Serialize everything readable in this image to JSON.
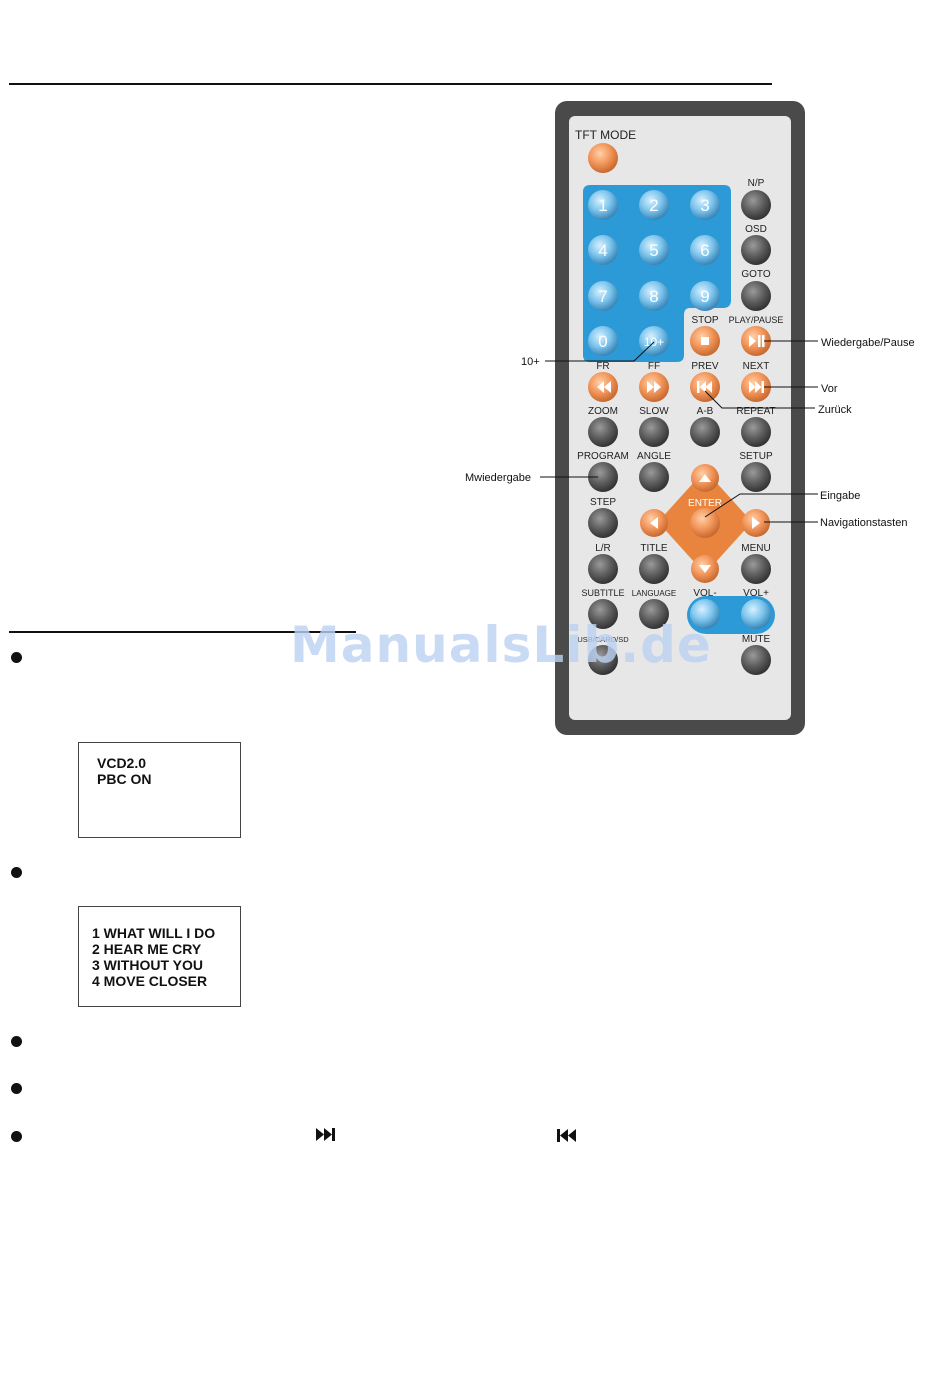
{
  "watermark": "ManualsLib.de",
  "remote": {
    "header_label": "TFT MODE",
    "labels": {
      "np": "N/P",
      "osd": "OSD",
      "goto": "GOTO",
      "stop": "STOP",
      "playpause": "PLAY/PAUSE",
      "fr": "FR",
      "ff": "FF",
      "prev": "PREV",
      "next": "NEXT",
      "zoom": "ZOOM",
      "slow": "SLOW",
      "ab": "A-B",
      "repeat": "REPEAT",
      "program": "PROGRAM",
      "angle": "ANGLE",
      "setup": "SETUP",
      "step": "STEP",
      "enter": "ENTER",
      "lr": "L/R",
      "title": "TITLE",
      "menu": "MENU",
      "subtitle": "SUBTITLE",
      "language": "LANGUAGE",
      "volminus": "VOL-",
      "volplus": "VOL+",
      "usbcard": "USB/CARD/SD",
      "mute": "MUTE"
    },
    "digits": [
      "1",
      "2",
      "3",
      "4",
      "5",
      "6",
      "7",
      "8",
      "9",
      "0",
      "10+"
    ]
  },
  "callouts": {
    "wiedergabe_pause": "Wiedergabe/Pause",
    "ten_plus": "10+",
    "vor": "Vor",
    "zurueck": "Zurück",
    "mwiedergabe": "Mwiedergabe",
    "eingabe": "Eingabe",
    "navigationstasten": "Navigationstasten"
  },
  "osd_box_1": {
    "lines": [
      "VCD2.0",
      "PBC ON"
    ]
  },
  "osd_box_2": {
    "lines": [
      "1 WHAT WILL I DO",
      "2 HEAR ME CRY",
      "3 WITHOUT YOU",
      "4 MOVE CLOSER"
    ]
  },
  "icons": {
    "next_track": "next-track-icon",
    "prev_track": "prev-track-icon"
  },
  "colors": {
    "orange": "#f0935a",
    "blue_pad": "#2c9ad6",
    "grey_button": "#5a5a5a",
    "remote_body": "#4a4a4a",
    "remote_face": "#e6e6e6"
  }
}
